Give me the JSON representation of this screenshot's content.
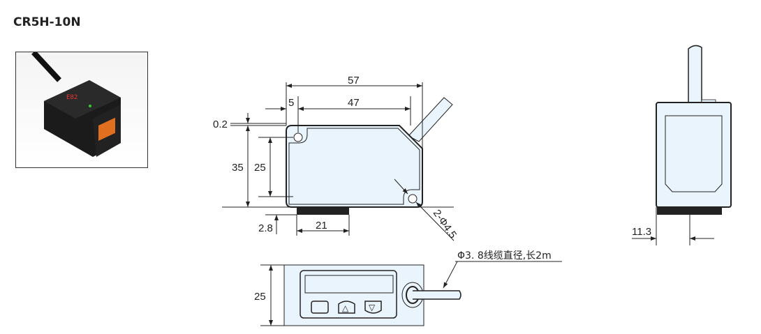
{
  "title": "CR5H-10N",
  "photo": {
    "display_digits": "E82"
  },
  "side_view": {
    "dim_overall_length": "57",
    "dim_offset": "5",
    "dim_hole_spacing": "47",
    "dim_top_gap": "0.2",
    "dim_height": "35",
    "dim_hole_vertical": "25",
    "dim_knob_height": "2.8",
    "dim_knob_width": "21",
    "dim_holes": "2-Φ4.5"
  },
  "front_view": {
    "dim_width": "25",
    "cable_note": "Φ3. 8线缆直径,长2m",
    "button_up": "△",
    "button_down": "▽"
  },
  "end_view": {
    "dim_offset": "11.3"
  },
  "colors": {
    "body_fill": "#eaf4fc",
    "line": "#222222"
  }
}
